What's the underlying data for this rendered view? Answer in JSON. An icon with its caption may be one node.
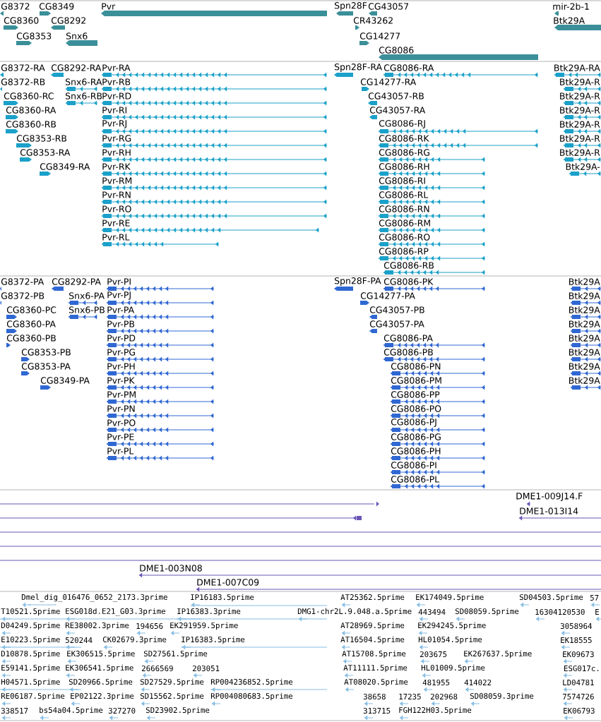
{
  "diagram": {
    "labels": [
      "G8372",
      "CG8349",
      "Pvr",
      "Spn28F",
      "CG43057",
      "mir-2b-1",
      "CG8360",
      "CG8292",
      "CR43262",
      "Btk29A",
      "CG8353",
      "Snx6",
      "CG14277",
      "CG8086",
      "G8372-RA",
      "CG8292-RA",
      "Pvr-RA",
      "Spn28F-RA",
      "CG8086-RA",
      "Btk29A-RA",
      "G8372-RB",
      "Snx6-RA",
      "Pvr-RB",
      "CG14277-RA",
      "Btk29A-R",
      "CG8360-RC",
      "Snx6-RB",
      "Pvr-RD",
      "CG43057-RB",
      "Btk29A-R",
      "CG8360-RA",
      "Pvr-RI",
      "CG43057-RA",
      "Btk29A-R",
      "CG8360-RB",
      "Pvr-RJ",
      "CG8086-RJ",
      "Btk29A-R",
      "CG8353-RB",
      "Pvr-RG",
      "CG8086-RK",
      "Btk29A-R",
      "CG8353-RA",
      "Pvr-RH",
      "CG8086-RG",
      "Btk29A-R",
      "CG8349-RA",
      "Pvr-RK",
      "CG8086-RH",
      "Btk29A-",
      "Pvr-RM",
      "CG8086-RI",
      "Pvr-RN",
      "CG8086-RL",
      "Pvr-RO",
      "CG8086-RN",
      "Pvr-RE",
      "CG8086-RM",
      "Pvr-RL",
      "CG8086-RO",
      "CG8086-RP",
      "CG8086-RB",
      "G8372-PA",
      "CG8292-PA",
      "Pvr-PI",
      "Spn28F-PA",
      "CG8086-PK",
      "Btk29A",
      "G8372-PB",
      "Snx6-PA",
      "Pvr-PJ",
      "CG14277-PA",
      "Btk29A",
      "CG8360-PC",
      "Snx6-PB",
      "Pvr-PA",
      "CG43057-PB",
      "Btk29A",
      "CG8360-PA",
      "Pvr-PB",
      "CG43057-PA",
      "Btk29A",
      "CG8360-PB",
      "Pvr-PD",
      "CG8086-PA",
      "Btk29A",
      "CG8353-PB",
      "Pvr-PG",
      "CG8086-PB",
      "Btk29A",
      "CG8353-PA",
      "Pvr-PH",
      "CG8086-PN",
      "Btk29A",
      "CG8349-PA",
      "Pvr-PK",
      "CG8086-PM",
      "Btk29A",
      "Pvr-PM",
      "CG8086-PP",
      "Pvr-PN",
      "CG8086-PO",
      "Pvr-PO",
      "CG8086-PJ",
      "Pvr-PE",
      "CG8086-PG",
      "Pvr-PL",
      "CG8086-PH",
      "CG8086-PI",
      "CG8086-PL",
      "DME1-009J14.F",
      "DME1-013I14",
      "DME1-003N08",
      "DME1-007C09",
      "Dmel_dig_016476_0652_2173.3prime",
      "IP16183.5prime",
      "AT25362.5prime",
      "EK174049.5prime",
      "SD04503.5prime",
      "57",
      "T10521.5prime",
      "ESG018d.E21_G03.3prime",
      "IP16383.3prime",
      "DMG1-chr2L.9.048.a.5prime",
      "443494",
      "SD08059.5prime",
      "16304120530",
      "E",
      "D04249.5prime",
      "RE38002.3prime",
      "194656",
      "EK291959.5prime",
      "AT28969.5prime",
      "EK294245.5prime",
      "3058964",
      "E10223.5prime",
      "520244",
      "CK02679.3prime",
      "IP16383.5prime",
      "AT16504.5prime",
      "HL01054.5prime",
      "EK18555",
      "D10878.5prime",
      "EK306515.5prime",
      "SD27561.5prime",
      "AT15708.5prime",
      "203675",
      "EK267637.5prime",
      "EK09673",
      "E59141.5prime",
      "EK306541.5prime",
      "2666569",
      "203051",
      "AT11111.5prime",
      "HL01009.5prime",
      "ESG017c.",
      "H04571.5prime",
      "SD20966.5prime",
      "SD27529.5prime",
      "RP004236852.5prime",
      "AT08020.5prime",
      "481955",
      "414022",
      "LD04781",
      "RE06187.5prime",
      "EP02122.3prime",
      "SD15562.5prime",
      "RP004080683.5prime",
      "38658",
      "17235",
      "202968",
      "SD08059.3prime",
      "7574726",
      "338517",
      "bs54a04.5prime",
      "327270",
      "SD23902.5prime",
      "313715",
      "FGH122H03.5prime",
      "EK06793"
    ]
  }
}
